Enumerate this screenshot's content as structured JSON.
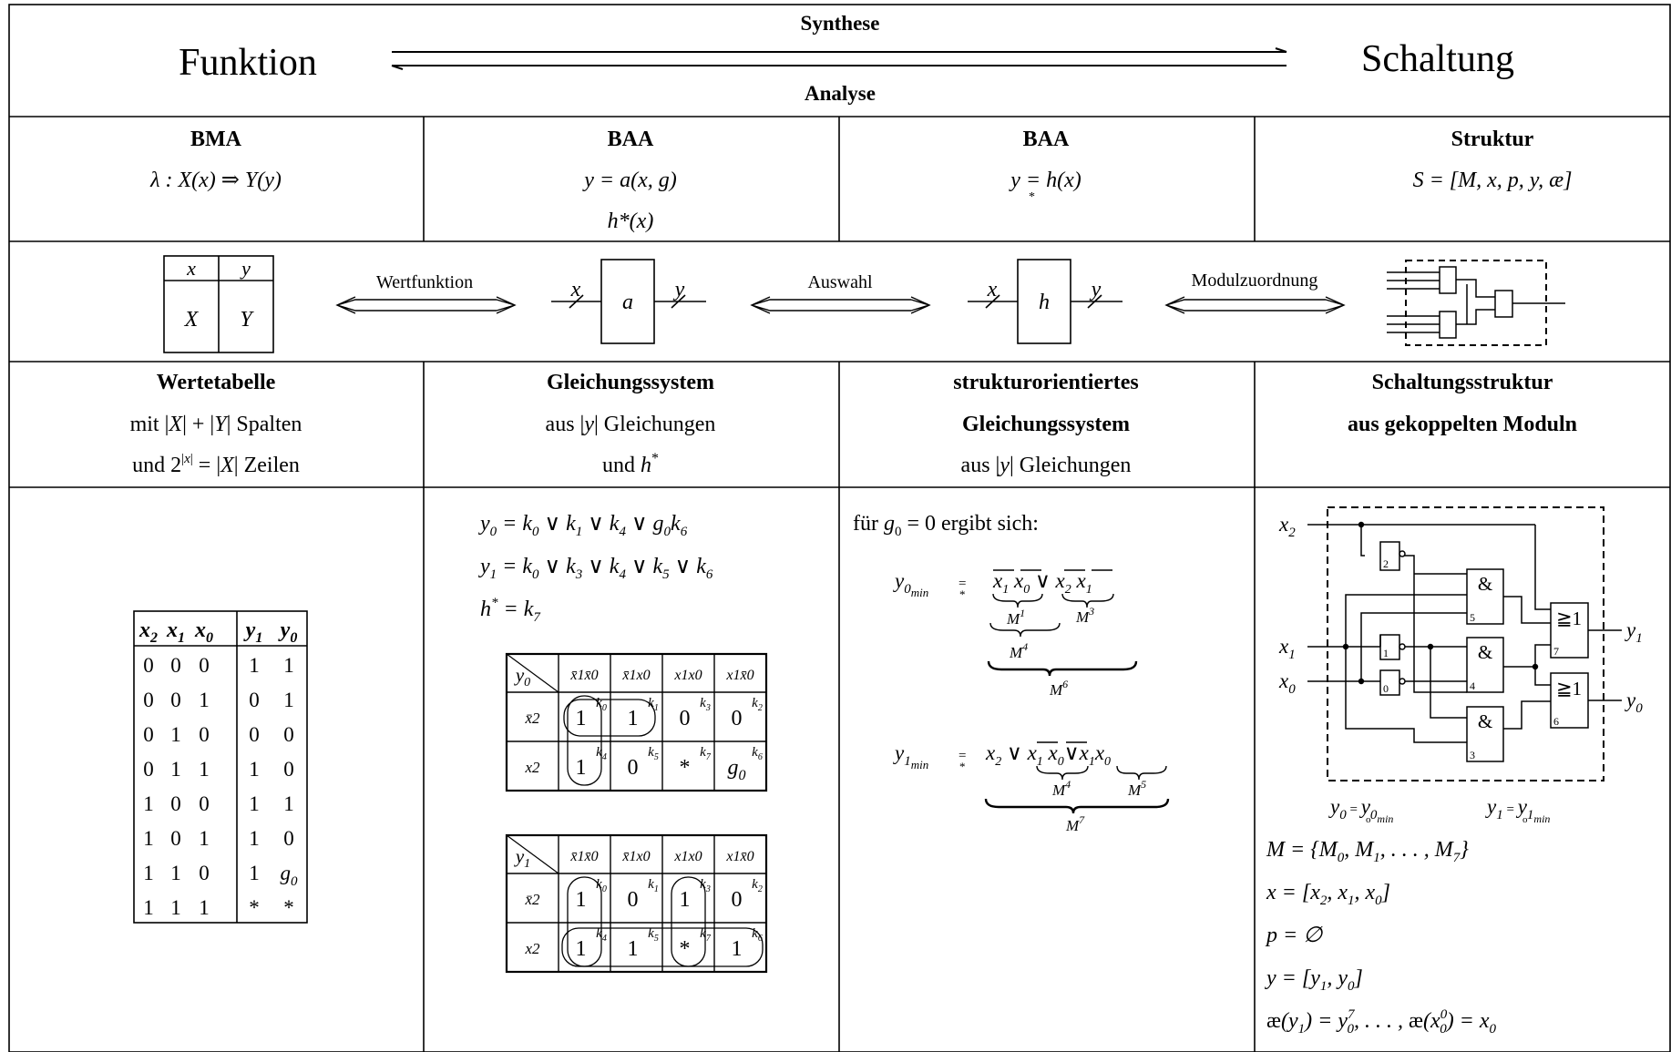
{
  "header": {
    "left": "Funktion",
    "right": "Schaltung",
    "top_arrow_label": "Synthese",
    "bottom_arrow_label": "Analyse"
  },
  "columns": [
    {
      "title": "BMA",
      "formula1": "λ :  X(x) ⇒ Y(y)",
      "formula2": ""
    },
    {
      "title": "BAA",
      "formula1": "y = a(x, g)",
      "formula2": "h*(x)"
    },
    {
      "title": "BAA",
      "formula1": "y = h(x)",
      "formula2": ""
    },
    {
      "title": "Struktur",
      "formula1": "S = [M, x, p, y, æ]",
      "formula2": ""
    }
  ],
  "row3": {
    "table_headers": [
      "x",
      "y"
    ],
    "table_values": [
      "X",
      "Y"
    ],
    "arrow1_label": "Wertfunktion",
    "arrow2_label": "Auswahl",
    "arrow3_label": "Modulzuordnung",
    "box_a": "a",
    "box_h": "h",
    "in_label": "x",
    "out_label": "y"
  },
  "row4": [
    {
      "l1": "Wertetabelle",
      "l2": "mit |X| + |Y| Spalten",
      "l3": "und 2|x| = |X| Zeilen"
    },
    {
      "l1": "Gleichungssystem",
      "l2": "aus |y| Gleichungen",
      "l3": "und h*"
    },
    {
      "l1": "strukturorientiertes",
      "l2": "Gleichungssystem",
      "l3": "aus |y| Gleichungen"
    },
    {
      "l1": "Schaltungsstruktur",
      "l2": "aus gekoppelten Moduln",
      "l3": ""
    }
  ],
  "truth_table": {
    "headers": [
      "x2",
      "x1",
      "x0",
      "y1",
      "y0"
    ],
    "rows": [
      [
        "0",
        "0",
        "0",
        "1",
        "1"
      ],
      [
        "0",
        "0",
        "1",
        "0",
        "1"
      ],
      [
        "0",
        "1",
        "0",
        "0",
        "0"
      ],
      [
        "0",
        "1",
        "1",
        "1",
        "0"
      ],
      [
        "1",
        "0",
        "0",
        "1",
        "1"
      ],
      [
        "1",
        "0",
        "1",
        "1",
        "0"
      ],
      [
        "1",
        "1",
        "0",
        "1",
        "g0"
      ],
      [
        "1",
        "1",
        "1",
        "*",
        "*"
      ]
    ]
  },
  "equations": {
    "y0": "y0 = k0 ∨ k1 ∨ k4 ∨ g0k6",
    "y1": "y1 = k0 ∨ k3 ∨ k4 ∨ k5 ∨ k6",
    "h": "h* = k7"
  },
  "kmaps": [
    {
      "corner": "y0",
      "cols": [
        "x̄1x̄0",
        "x̄1x0",
        "x1x0",
        "x1x̄0"
      ],
      "rows": [
        "x̄2",
        "x2"
      ],
      "cells": [
        [
          "1",
          "1",
          "0",
          "0"
        ],
        [
          "1",
          "0",
          "*",
          "g0"
        ]
      ],
      "k": [
        [
          "k0",
          "k1",
          "k3",
          "k2"
        ],
        [
          "k4",
          "k5",
          "k7",
          "k6"
        ]
      ]
    },
    {
      "corner": "y1",
      "cols": [
        "x̄1x̄0",
        "x̄1x0",
        "x1x0",
        "x1x̄0"
      ],
      "rows": [
        "x̄2",
        "x2"
      ],
      "cells": [
        [
          "1",
          "0",
          "1",
          "0"
        ],
        [
          "1",
          "1",
          "*",
          "1"
        ]
      ],
      "k": [
        [
          "k0",
          "k1",
          "k3",
          "k2"
        ],
        [
          "k4",
          "k5",
          "k7",
          "k6"
        ]
      ]
    }
  ],
  "structured": {
    "intro": "für g0 = 0 ergibt sich:",
    "y0min": "y0min",
    "y1min": "y1min",
    "terms": [
      "M1",
      "M3",
      "M4",
      "M6",
      "M5",
      "M7"
    ]
  },
  "circuit": {
    "inputs": [
      "x2",
      "x1",
      "x0"
    ],
    "outputs": [
      "y1",
      "y0"
    ],
    "gate_and": "&",
    "gate_or": "≧1",
    "module_numbers": [
      "0",
      "1",
      "2",
      "3",
      "4",
      "5",
      "6",
      "7"
    ],
    "eq_y0": "y0 = y0min",
    "eq_y1": "y1 = y1min"
  },
  "struct_defs": [
    "M = {M0, M1, . . . , M7}",
    "x = [x2, x1, x0]",
    "p = ∅",
    "y = [y1, y0]",
    "æ(y1) = y07, . . . , æ(x00) = x0"
  ]
}
